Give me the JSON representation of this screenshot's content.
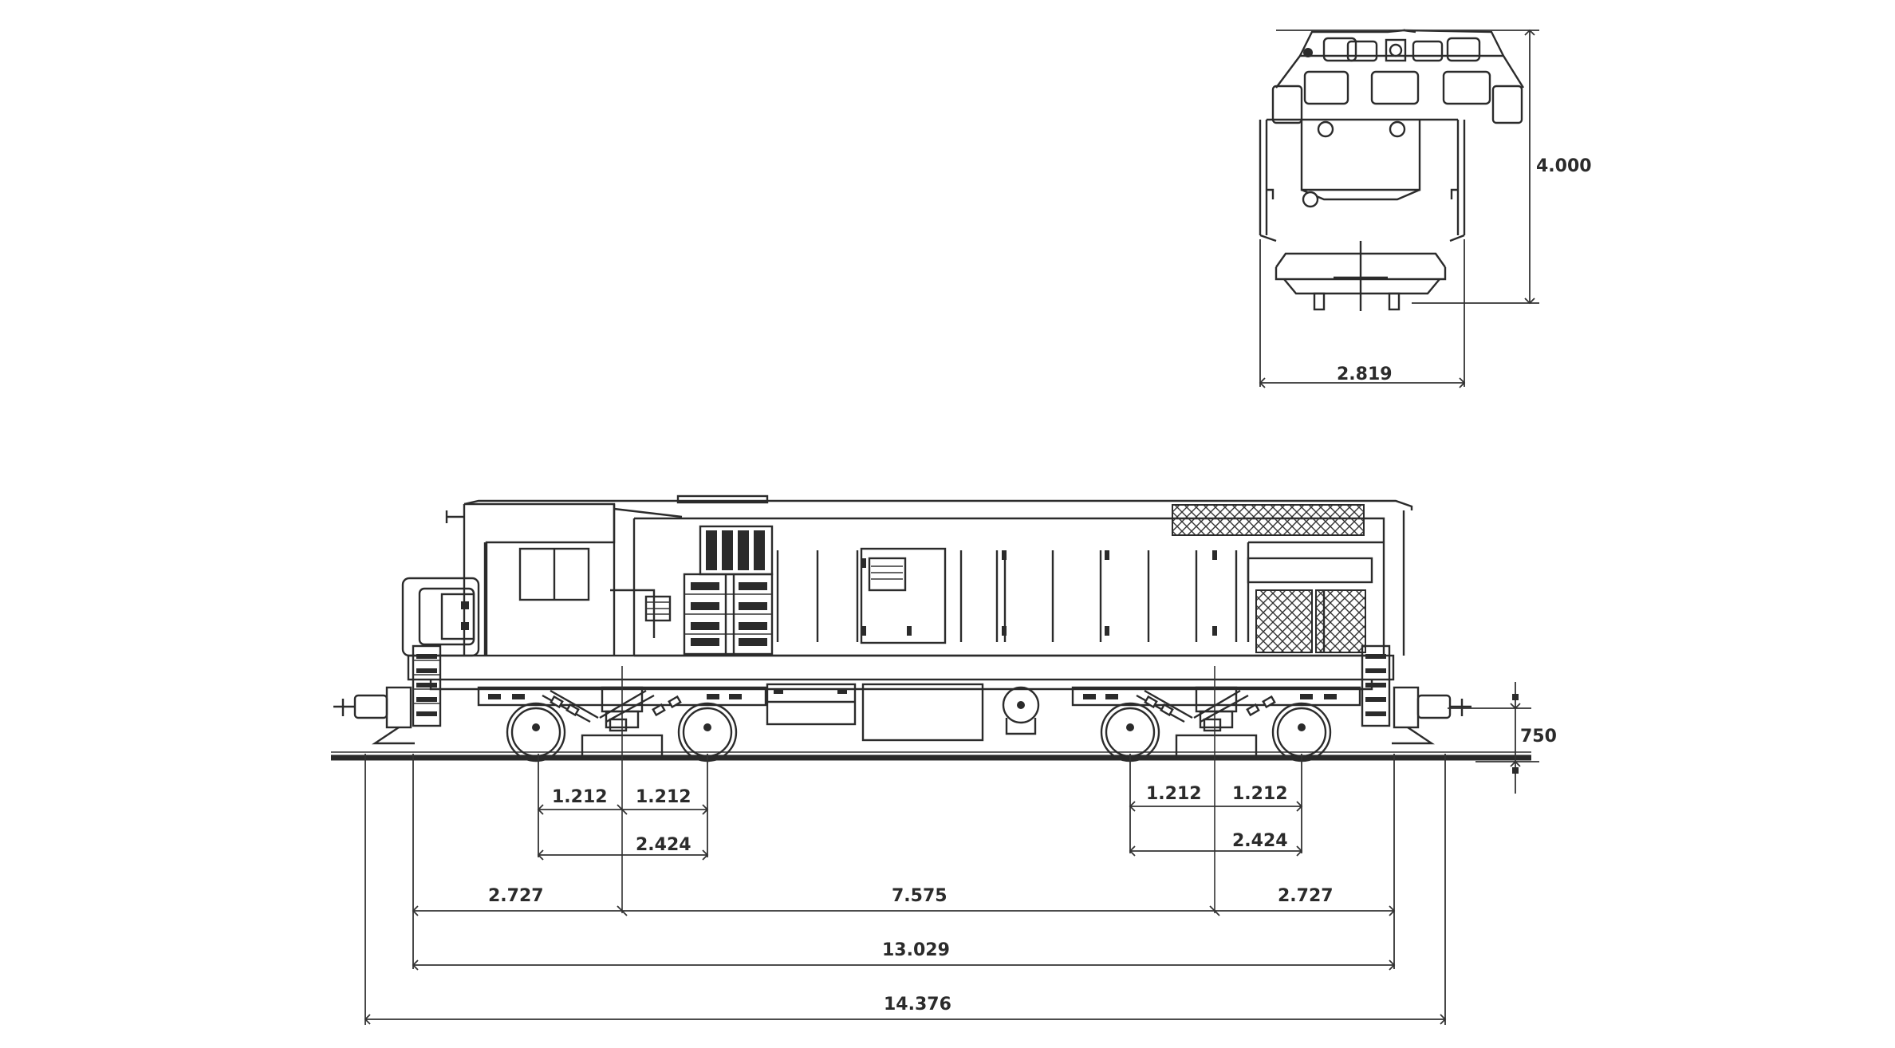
{
  "front_view": {
    "height_label": "4.000",
    "width_label": "2.819"
  },
  "side_view": {
    "bogie_1": {
      "half_left": "1.212",
      "half_right": "1.212",
      "wheelbase": "2.424"
    },
    "bogie_2": {
      "half_left": "1.212",
      "half_right": "1.212",
      "wheelbase": "2.424"
    },
    "overhang_left": "2.727",
    "bogie_centers": "7.575",
    "overhang_right": "2.727",
    "length_frame": "13.029",
    "length_overall": "14.376",
    "coupler_height": "750"
  },
  "colors": {
    "line": "#2b2b2b",
    "background": "#ffffff"
  }
}
